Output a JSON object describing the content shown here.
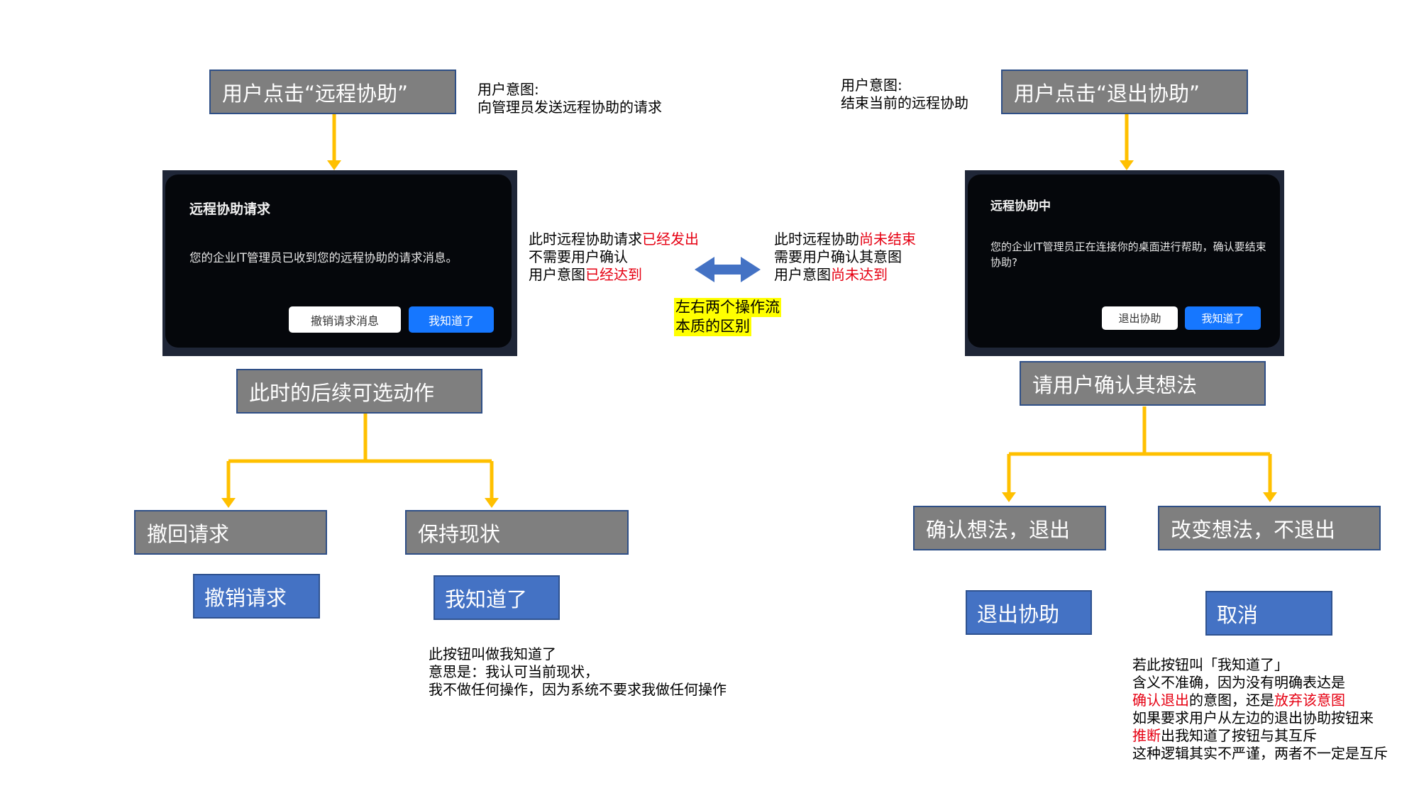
{
  "left": {
    "top_box": "用户点击“远程协助”",
    "intent_note": [
      "用户意图:",
      "向管理员发送远程协助的请求"
    ],
    "dialog": {
      "title": "远程协助请求",
      "message": "您的企业IT管理员已收到您的远程协助的请求消息。",
      "btn_secondary": "撤销请求消息",
      "btn_primary": "我知道了"
    },
    "status_note": {
      "l1_prefix": "此时远程协助请求",
      "l1_red": "已经发出",
      "l2": "不需要用户确认",
      "l3_prefix": "用户意图",
      "l3_red": "已经达到"
    },
    "mid_box": "此时的后续可选动作",
    "option_a": "撤回请求",
    "option_b": "保持现状",
    "button_a": "撤销请求",
    "button_b": "我知道了",
    "bottom_note": [
      "此按钮叫做我知道了",
      "意思是：我认可当前现状，",
      "我不做任何操作，因为系统不要求我做任何操作"
    ]
  },
  "center": {
    "highlight": [
      "左右两个操作流",
      "本质的区别"
    ]
  },
  "right": {
    "top_box": "用户点击“退出协助”",
    "intent_note": [
      "用户意图:",
      "结束当前的远程协助"
    ],
    "dialog": {
      "title": "远程协助中",
      "message": "您的企业IT管理员正在连接你的桌面进行帮助，确认要结束协助?",
      "btn_secondary": "退出协助",
      "btn_primary": "我知道了"
    },
    "status_note": {
      "l1_prefix": "此时远程协助",
      "l1_red": "尚未结束",
      "l2": "需要用户确认其意图",
      "l3_prefix": "用户意图",
      "l3_red": "尚未达到"
    },
    "mid_box": "请用户确认其想法",
    "option_a": "确认想法，退出",
    "option_b": "改变想法，不退出",
    "button_a": "退出协助",
    "button_b": "取消",
    "bottom_note": {
      "l1": "若此按钮叫「我知道了」",
      "l2": "含义不准确，因为没有明确表达是",
      "l3_red1": "确认退出",
      "l3_mid": "的意图，还是",
      "l3_red2": "放弃该意图",
      "l4": "如果要求用户从左边的退出协助按钮来",
      "l5_red": "推断",
      "l5_rest": "出我知道了按钮与其互斥",
      "l6": "这种逻辑其实不严谨，两者不一定是互斥"
    }
  },
  "colors": {
    "connector": "#ffc000",
    "gray_box": "#7f7f7f",
    "blue_box": "#4472c4",
    "arrow": "#4472c4",
    "red_text": "#e60012",
    "highlight": "#ffff00"
  }
}
